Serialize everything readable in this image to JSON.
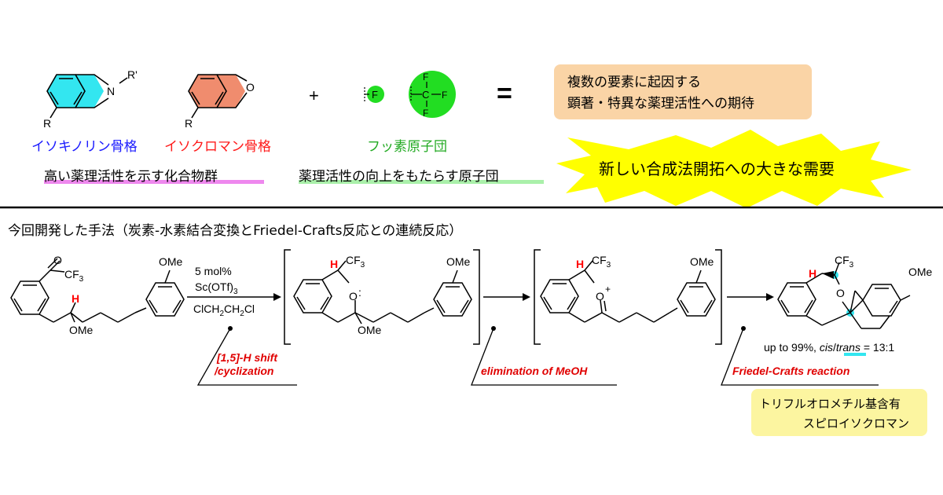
{
  "top": {
    "scaffold_isoquinoline": {
      "substituent_n": "R'",
      "n_atom": "N",
      "substituent_r": "R",
      "label": "イソキノリン骨格",
      "label_color": "#1a1aff",
      "fill": "#33e6f0"
    },
    "scaffold_isochroman": {
      "o_atom": "O",
      "substituent_r": "R",
      "label": "イソクロマン骨格",
      "label_color": "#ff1a1a",
      "fill": "#f08c6e"
    },
    "plus": "+",
    "fluorine_groups": {
      "f_atom": "F",
      "c_atom": "C",
      "label": "フッ素原子団",
      "label_color": "#22aa22",
      "fill": "#22dd22"
    },
    "equals": "=",
    "expectation_box": {
      "line1": "複数の要素に起因する",
      "line2": "顕著・特異な薬理活性への期待",
      "fill": "#fad4a6"
    },
    "caption_left": "高い薬理活性を示す化合物群",
    "caption_left_underline": "#ee88ee",
    "caption_right": "薬理活性の向上をもたらす原子団",
    "caption_right_underline": "#aaf0aa",
    "starburst_text": "新しい合成法開拓への大きな需要",
    "starburst_fill": "#ffff00"
  },
  "bottom": {
    "heading": "今回開発した手法（炭素-水素結合変換とFriedel-Crafts反応との連続反応）",
    "conditions": {
      "line1": "5 mol%",
      "line2": "Sc(OTf)",
      "line2_sub": "3",
      "line3": "ClCH",
      "line3_sub1": "2",
      "line3_mid": "CH",
      "line3_sub2": "2",
      "line3_end": "Cl"
    },
    "atoms": {
      "o": "O",
      "cf3": "CF",
      "cf3_sub": "3",
      "h": "H",
      "ome": "OMe",
      "o_plus": "+",
      "lone_pair": ":"
    },
    "step1_label": "[1,5]-H shift\n/cyclization",
    "step1_line1": "[1,5]-H shift",
    "step1_line2": "/cyclization",
    "step2_label": "elimination of MeOH",
    "step3_label": "Friedel-Crafts reaction",
    "step_label_color": "#e00000",
    "yield_prefix": "up to 99%, ",
    "yield_cis": "cis",
    "yield_sep": "/",
    "yield_trans": "trans",
    "yield_ratio": " = 13:1",
    "product_box": {
      "line1": "トリフルオロメチル基含有",
      "line2": "スピロイソクロマン",
      "fill": "#fcf5a0"
    }
  }
}
